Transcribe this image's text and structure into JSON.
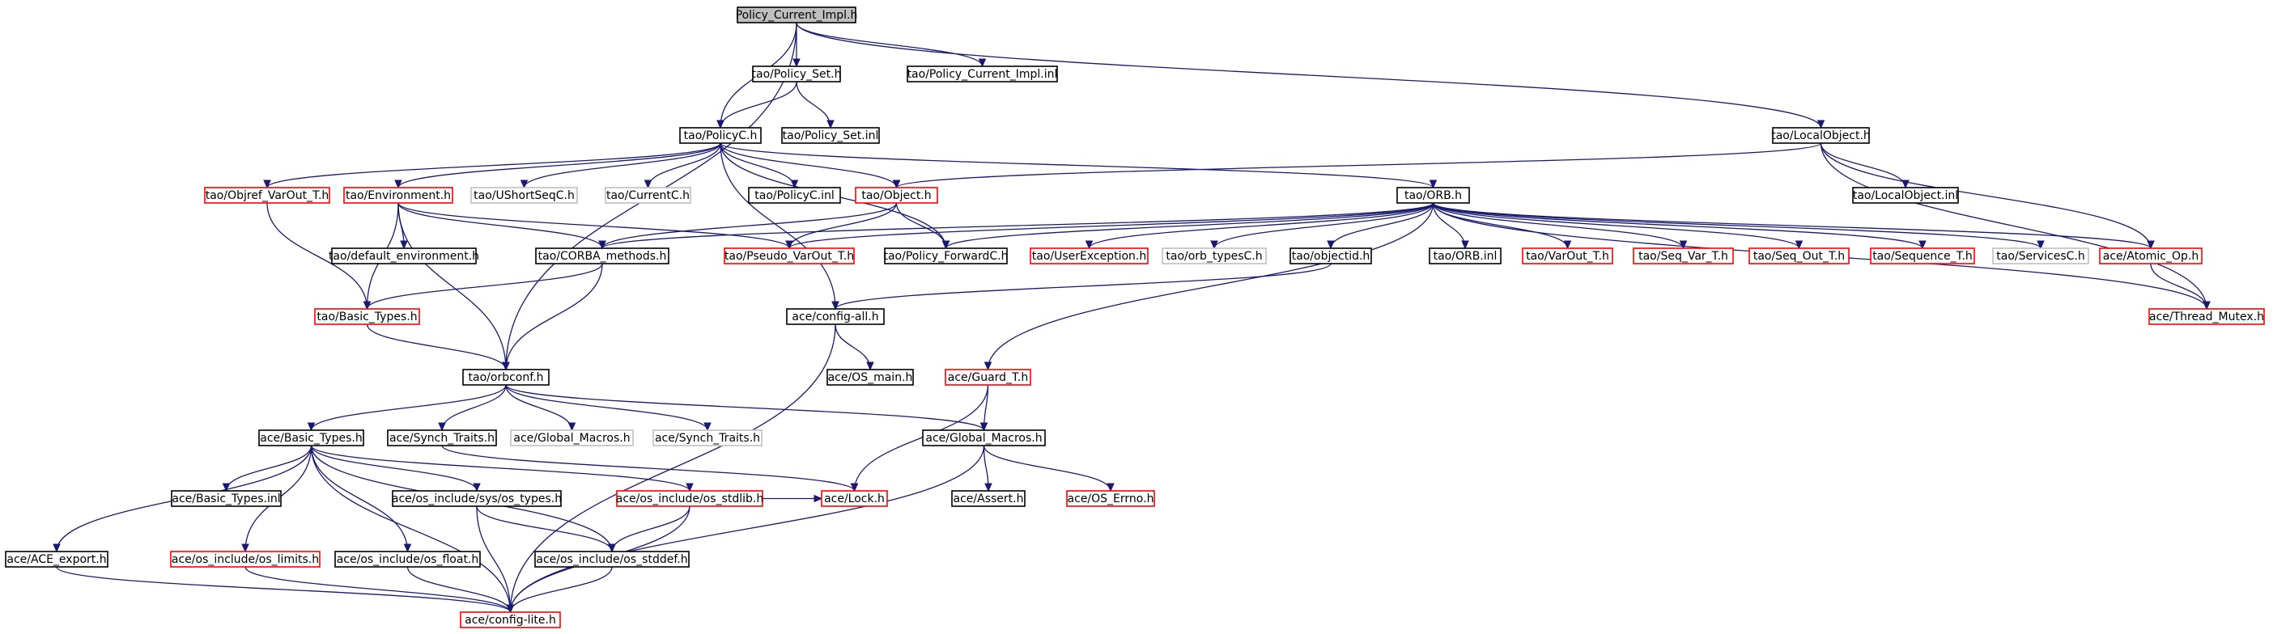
{
  "colors": {
    "edge": "#191970",
    "border_default": "#000000",
    "border_incomplete": "#ff0000",
    "border_external": "#bfbfbf",
    "fill_root": "#bfbfbf",
    "fill_default": "#ffffff"
  },
  "diagram": {
    "nodes": [
      {
        "id": "policy_current_impl_h",
        "label": "Policy_Current_Impl.h",
        "kind": "root"
      },
      {
        "id": "policy_set_h",
        "label": "tao/Policy_Set.h",
        "kind": "default"
      },
      {
        "id": "policy_current_impl_inl",
        "label": "tao/Policy_Current_Impl.inl",
        "kind": "default"
      },
      {
        "id": "policyc_h",
        "label": "tao/PolicyC.h",
        "kind": "default"
      },
      {
        "id": "policy_set_inl",
        "label": "tao/Policy_Set.inl",
        "kind": "default"
      },
      {
        "id": "localobject_h",
        "label": "tao/LocalObject.h",
        "kind": "default"
      },
      {
        "id": "objref_varout_t_h",
        "label": "tao/Objref_VarOut_T.h",
        "kind": "incomplete"
      },
      {
        "id": "environment_h",
        "label": "tao/Environment.h",
        "kind": "incomplete"
      },
      {
        "id": "ushortseqc_h",
        "label": "tao/UShortSeqC.h",
        "kind": "external"
      },
      {
        "id": "currentc_h",
        "label": "tao/CurrentC.h",
        "kind": "external"
      },
      {
        "id": "policyc_inl",
        "label": "tao/PolicyC.inl",
        "kind": "default"
      },
      {
        "id": "object_h",
        "label": "tao/Object.h",
        "kind": "incomplete"
      },
      {
        "id": "orb_h",
        "label": "tao/ORB.h",
        "kind": "default"
      },
      {
        "id": "localobject_inl",
        "label": "tao/LocalObject.inl",
        "kind": "default"
      },
      {
        "id": "default_environment_h",
        "label": "tao/default_environment.h",
        "kind": "default"
      },
      {
        "id": "corba_methods_h",
        "label": "tao/CORBA_methods.h",
        "kind": "default"
      },
      {
        "id": "pseudo_varout_t_h",
        "label": "tao/Pseudo_VarOut_T.h",
        "kind": "incomplete"
      },
      {
        "id": "policy_forwardc_h",
        "label": "tao/Policy_ForwardC.h",
        "kind": "default"
      },
      {
        "id": "userexception_h",
        "label": "tao/UserException.h",
        "kind": "incomplete"
      },
      {
        "id": "orb_typesc_h",
        "label": "tao/orb_typesC.h",
        "kind": "external"
      },
      {
        "id": "objectid_h",
        "label": "tao/objectid.h",
        "kind": "default"
      },
      {
        "id": "orb_inl",
        "label": "tao/ORB.inl",
        "kind": "default"
      },
      {
        "id": "varout_t_h",
        "label": "tao/VarOut_T.h",
        "kind": "incomplete"
      },
      {
        "id": "seq_var_t_h",
        "label": "tao/Seq_Var_T.h",
        "kind": "incomplete"
      },
      {
        "id": "seq_out_t_h",
        "label": "tao/Seq_Out_T.h",
        "kind": "incomplete"
      },
      {
        "id": "sequence_t_h",
        "label": "tao/Sequence_T.h",
        "kind": "incomplete"
      },
      {
        "id": "servicesc_h",
        "label": "tao/ServicesC.h",
        "kind": "external"
      },
      {
        "id": "atomic_op_h",
        "label": "ace/Atomic_Op.h",
        "kind": "incomplete"
      },
      {
        "id": "tao_basic_types_h",
        "label": "tao/Basic_Types.h",
        "kind": "incomplete"
      },
      {
        "id": "config_all_h",
        "label": "ace/config-all.h",
        "kind": "default"
      },
      {
        "id": "thread_mutex_h",
        "label": "ace/Thread_Mutex.h",
        "kind": "incomplete"
      },
      {
        "id": "orbconf_h",
        "label": "tao/orbconf.h",
        "kind": "default"
      },
      {
        "id": "os_main_h",
        "label": "ace/OS_main.h",
        "kind": "default"
      },
      {
        "id": "guard_t_h",
        "label": "ace/Guard_T.h",
        "kind": "incomplete"
      },
      {
        "id": "ace_basic_types_h",
        "label": "ace/Basic_Types.h",
        "kind": "default"
      },
      {
        "id": "synch_traits_h",
        "label": "ace/Synch_Traits.h",
        "kind": "default"
      },
      {
        "id": "global_macros_h_ext",
        "label": "ace/Global_Macros.h",
        "kind": "external"
      },
      {
        "id": "synch_traits_h_ext",
        "label": "ace/Synch_Traits.h",
        "kind": "external"
      },
      {
        "id": "global_macros_h",
        "label": "ace/Global_Macros.h",
        "kind": "default"
      },
      {
        "id": "basic_types_inl",
        "label": "ace/Basic_Types.inl",
        "kind": "default"
      },
      {
        "id": "os_types_h",
        "label": "ace/os_include/sys/os_types.h",
        "kind": "default"
      },
      {
        "id": "os_stdlib_h",
        "label": "ace/os_include/os_stdlib.h",
        "kind": "incomplete"
      },
      {
        "id": "lock_h",
        "label": "ace/Lock.h",
        "kind": "incomplete"
      },
      {
        "id": "assert_h",
        "label": "ace/Assert.h",
        "kind": "default"
      },
      {
        "id": "os_errno_h",
        "label": "ace/OS_Errno.h",
        "kind": "incomplete"
      },
      {
        "id": "ace_export_h",
        "label": "ace/ACE_export.h",
        "kind": "default"
      },
      {
        "id": "os_limits_h",
        "label": "ace/os_include/os_limits.h",
        "kind": "incomplete"
      },
      {
        "id": "os_float_h",
        "label": "ace/os_include/os_float.h",
        "kind": "default"
      },
      {
        "id": "os_stddef_h",
        "label": "ace/os_include/os_stddef.h",
        "kind": "default"
      },
      {
        "id": "config_lite_h",
        "label": "ace/config-lite.h",
        "kind": "incomplete"
      }
    ],
    "edges": [
      [
        "policy_current_impl_h",
        "policy_set_h"
      ],
      [
        "policy_current_impl_h",
        "policy_current_impl_inl"
      ],
      [
        "policy_current_impl_h",
        "policyc_h"
      ],
      [
        "policy_current_impl_h",
        "localobject_h"
      ],
      [
        "policy_current_impl_h",
        "orbconf_h"
      ],
      [
        "policy_set_h",
        "policyc_h"
      ],
      [
        "policy_set_h",
        "policy_set_inl"
      ],
      [
        "policyc_h",
        "objref_varout_t_h"
      ],
      [
        "policyc_h",
        "environment_h"
      ],
      [
        "policyc_h",
        "ushortseqc_h"
      ],
      [
        "policyc_h",
        "currentc_h"
      ],
      [
        "policyc_h",
        "policyc_inl"
      ],
      [
        "policyc_h",
        "object_h"
      ],
      [
        "policyc_h",
        "orb_h"
      ],
      [
        "policyc_h",
        "policy_forwardc_h"
      ],
      [
        "policyc_h",
        "config_all_h"
      ],
      [
        "localobject_h",
        "object_h"
      ],
      [
        "localobject_h",
        "localobject_inl"
      ],
      [
        "localobject_h",
        "atomic_op_h"
      ],
      [
        "localobject_h",
        "thread_mutex_h"
      ],
      [
        "objref_varout_t_h",
        "tao_basic_types_h"
      ],
      [
        "environment_h",
        "default_environment_h"
      ],
      [
        "environment_h",
        "corba_methods_h"
      ],
      [
        "environment_h",
        "pseudo_varout_t_h"
      ],
      [
        "environment_h",
        "tao_basic_types_h"
      ],
      [
        "environment_h",
        "orbconf_h"
      ],
      [
        "object_h",
        "corba_methods_h"
      ],
      [
        "object_h",
        "pseudo_varout_t_h"
      ],
      [
        "object_h",
        "policy_forwardc_h"
      ],
      [
        "orb_h",
        "corba_methods_h"
      ],
      [
        "orb_h",
        "pseudo_varout_t_h"
      ],
      [
        "orb_h",
        "policy_forwardc_h"
      ],
      [
        "orb_h",
        "userexception_h"
      ],
      [
        "orb_h",
        "orb_typesc_h"
      ],
      [
        "orb_h",
        "objectid_h"
      ],
      [
        "orb_h",
        "orb_inl"
      ],
      [
        "orb_h",
        "varout_t_h"
      ],
      [
        "orb_h",
        "seq_var_t_h"
      ],
      [
        "orb_h",
        "seq_out_t_h"
      ],
      [
        "orb_h",
        "sequence_t_h"
      ],
      [
        "orb_h",
        "servicesc_h"
      ],
      [
        "orb_h",
        "atomic_op_h"
      ],
      [
        "orb_h",
        "thread_mutex_h"
      ],
      [
        "orb_h",
        "guard_t_h"
      ],
      [
        "corba_methods_h",
        "tao_basic_types_h"
      ],
      [
        "corba_methods_h",
        "orbconf_h"
      ],
      [
        "tao_basic_types_h",
        "orbconf_h"
      ],
      [
        "objectid_h",
        "config_all_h"
      ],
      [
        "atomic_op_h",
        "thread_mutex_h"
      ],
      [
        "config_all_h",
        "os_main_h"
      ],
      [
        "config_all_h",
        "config_lite_h"
      ],
      [
        "orbconf_h",
        "ace_basic_types_h"
      ],
      [
        "orbconf_h",
        "synch_traits_h"
      ],
      [
        "orbconf_h",
        "global_macros_h_ext"
      ],
      [
        "orbconf_h",
        "synch_traits_h_ext"
      ],
      [
        "orbconf_h",
        "global_macros_h"
      ],
      [
        "guard_t_h",
        "global_macros_h"
      ],
      [
        "guard_t_h",
        "lock_h"
      ],
      [
        "synch_traits_h",
        "lock_h"
      ],
      [
        "global_macros_h",
        "assert_h"
      ],
      [
        "global_macros_h",
        "os_errno_h"
      ],
      [
        "global_macros_h",
        "config_lite_h"
      ],
      [
        "ace_basic_types_h",
        "ace_export_h"
      ],
      [
        "ace_basic_types_h",
        "basic_types_inl"
      ],
      [
        "ace_basic_types_h",
        "os_limits_h"
      ],
      [
        "ace_basic_types_h",
        "os_float_h"
      ],
      [
        "ace_basic_types_h",
        "os_types_h"
      ],
      [
        "ace_basic_types_h",
        "os_stdlib_h"
      ],
      [
        "ace_basic_types_h",
        "os_stddef_h"
      ],
      [
        "ace_basic_types_h",
        "config_lite_h"
      ],
      [
        "os_types_h",
        "os_stddef_h"
      ],
      [
        "os_types_h",
        "config_lite_h"
      ],
      [
        "os_stdlib_h",
        "os_stddef_h"
      ],
      [
        "os_stdlib_h",
        "config_lite_h"
      ],
      [
        "os_stdlib_h",
        "lock_h"
      ],
      [
        "os_limits_h",
        "config_lite_h"
      ],
      [
        "os_float_h",
        "config_lite_h"
      ],
      [
        "os_stddef_h",
        "config_lite_h"
      ],
      [
        "ace_export_h",
        "config_lite_h"
      ]
    ]
  }
}
